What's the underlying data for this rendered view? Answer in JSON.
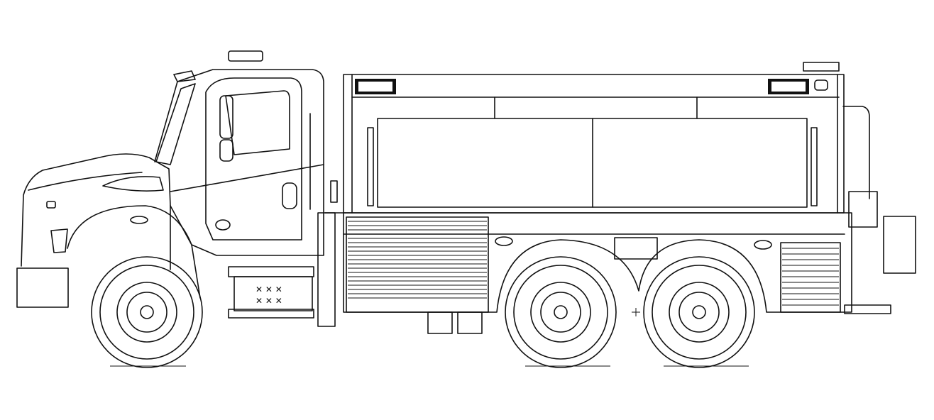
{
  "drawing": {
    "subject": "fire-tanker-truck-side-view",
    "line_color": "#111111",
    "background_color": "#ffffff",
    "components": [
      "cab",
      "hood",
      "tank-body",
      "roll-up-door-left",
      "roll-up-door-right",
      "front-wheel",
      "middle-rear-wheel",
      "rear-wheel",
      "fuel-tank",
      "step",
      "rear-pump"
    ]
  }
}
